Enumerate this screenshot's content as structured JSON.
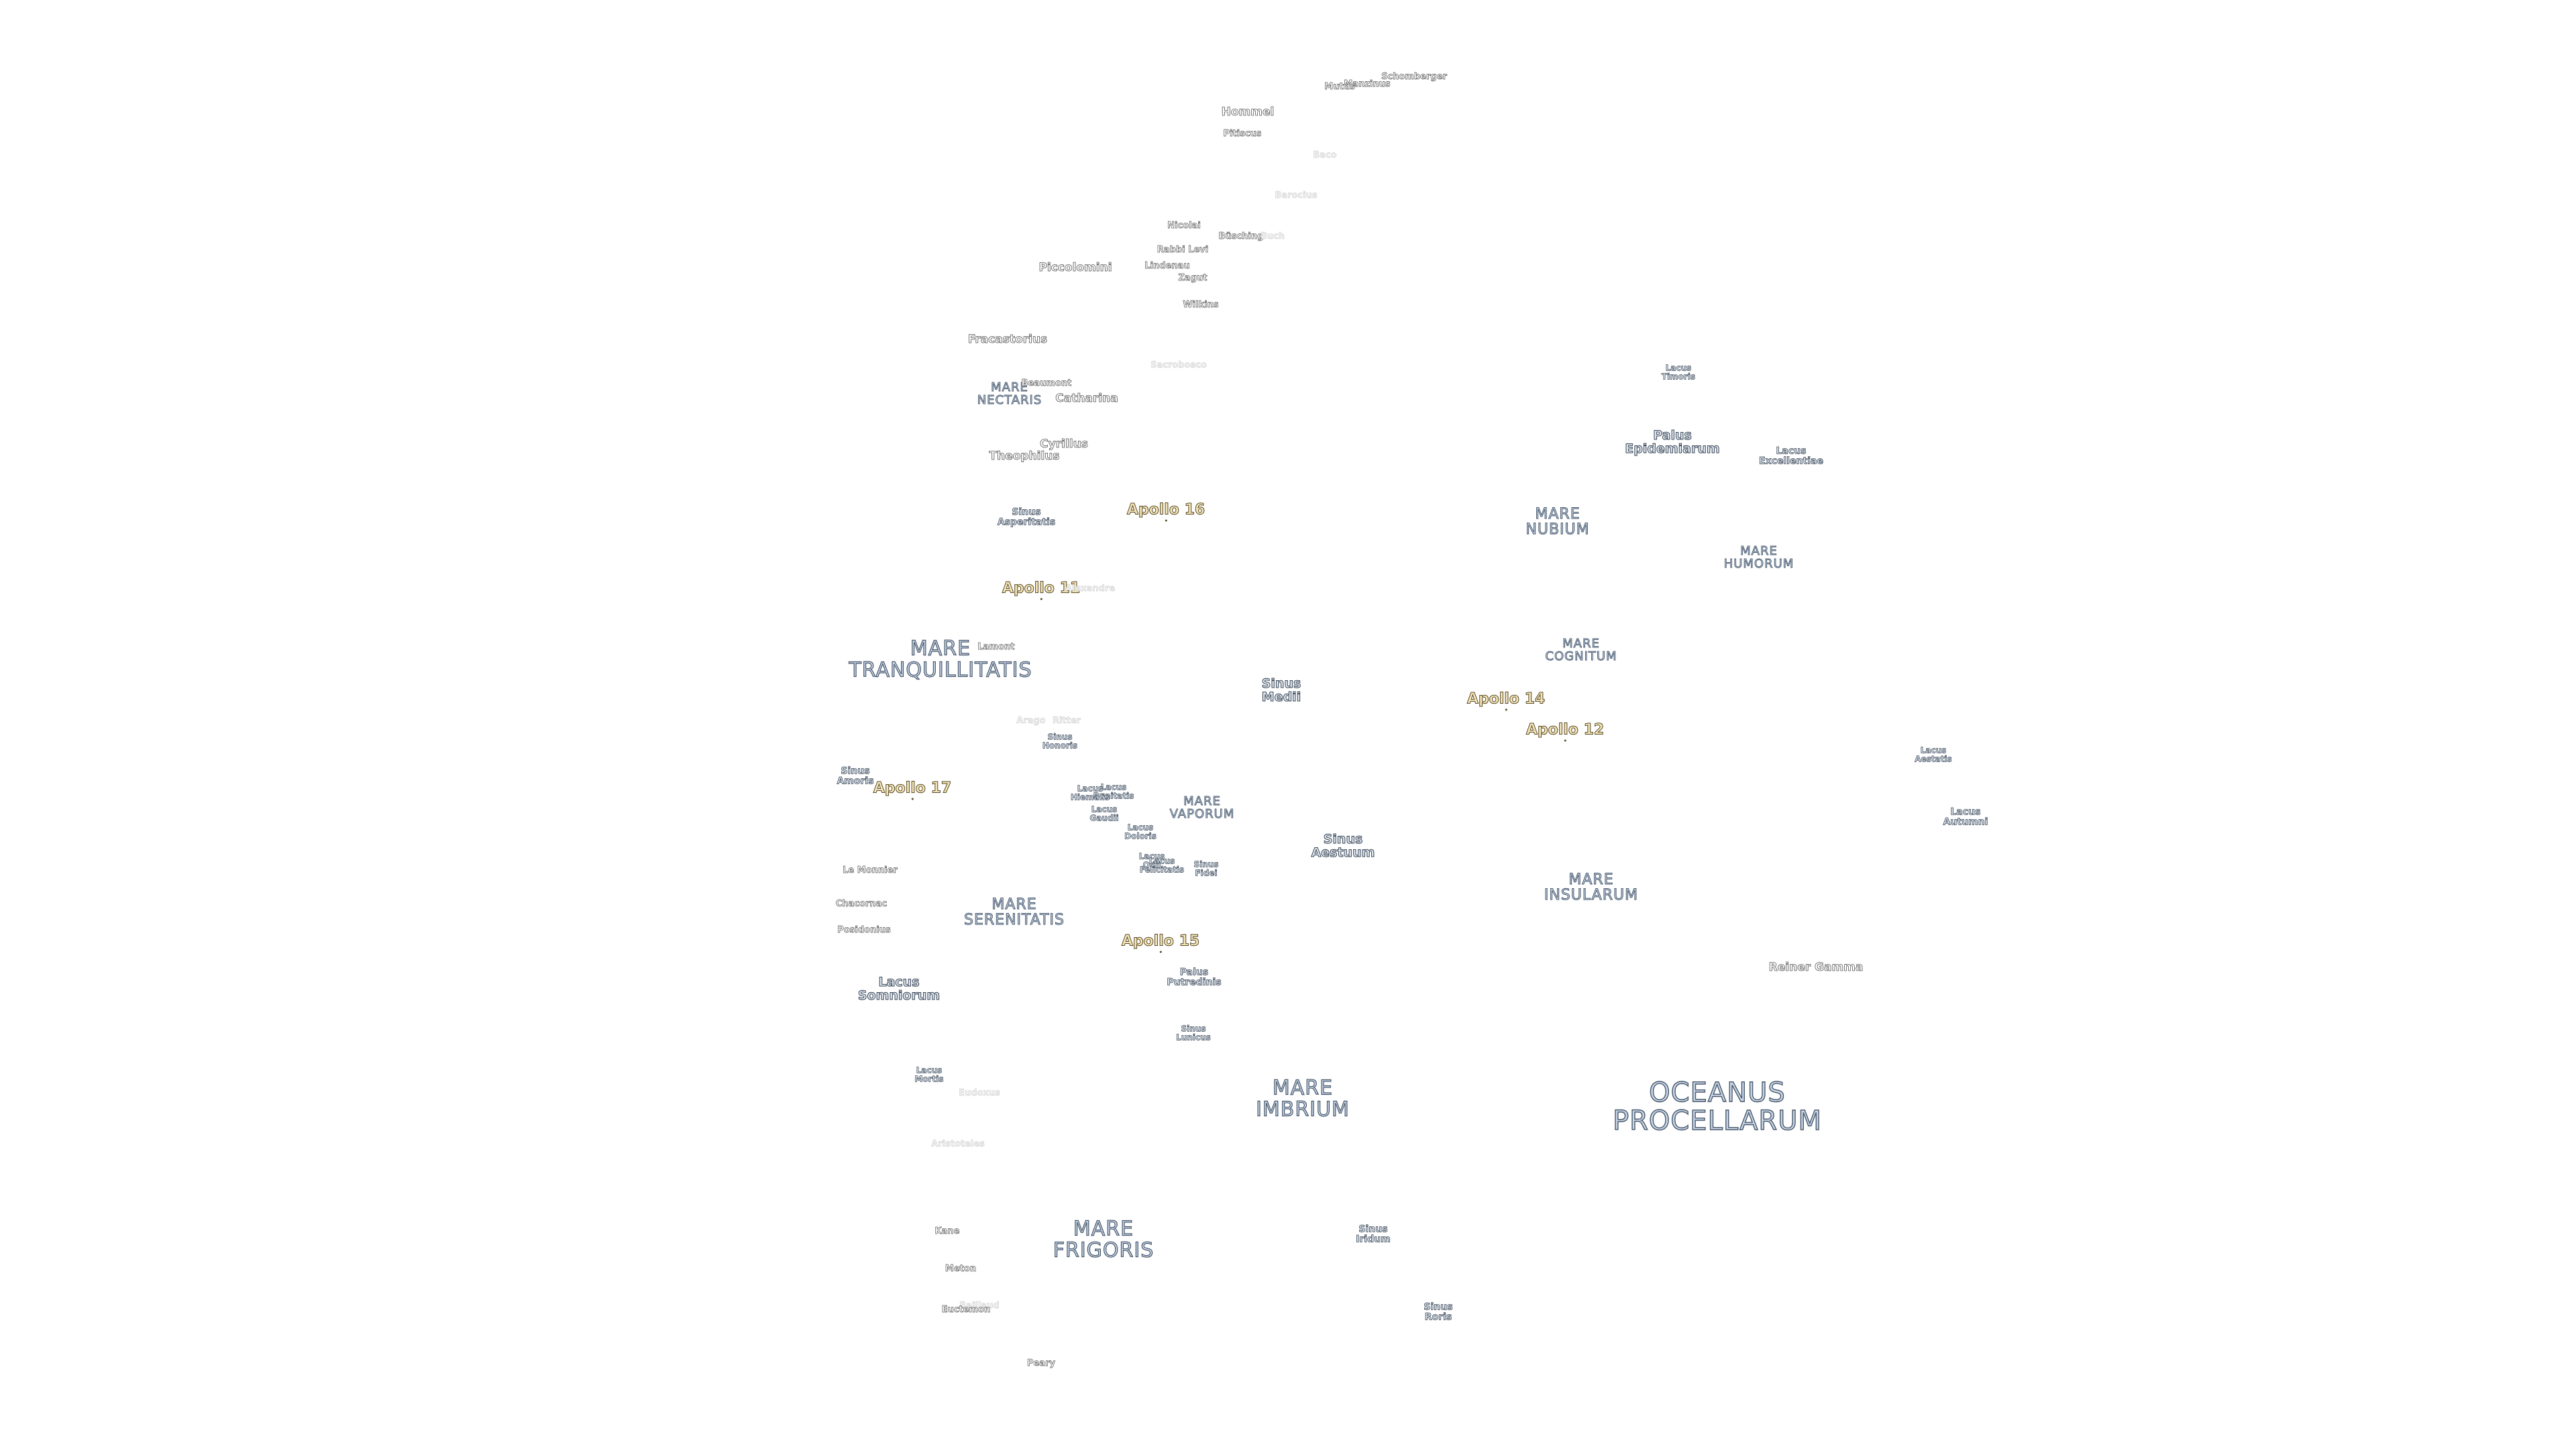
{
  "labels": [
    {
      "id": "oceanus-procellarum",
      "text": [
        "OCEANUS",
        "PROCELLARUM"
      ],
      "kind": "sea",
      "size": "xl"
    },
    {
      "id": "mare-imbrium",
      "text": [
        "MARE",
        "IMBRIUM"
      ],
      "kind": "sea",
      "size": "l"
    },
    {
      "id": "mare-frigoris",
      "text": [
        "MARE",
        "FRIGORIS"
      ],
      "kind": "sea",
      "size": "l"
    },
    {
      "id": "mare-serenitatis",
      "text": [
        "MARE",
        "SERENITATIS"
      ],
      "kind": "sea",
      "size": "m"
    },
    {
      "id": "mare-tranquillitatis",
      "text": [
        "MARE",
        "TRANQUILLITATIS"
      ],
      "kind": "sea",
      "size": "l"
    },
    {
      "id": "mare-nubium",
      "text": [
        "MARE",
        "NUBIUM"
      ],
      "kind": "sea",
      "size": "m"
    },
    {
      "id": "mare-humorum",
      "text": [
        "MARE",
        "HUMORUM"
      ],
      "kind": "sea",
      "size": "s"
    },
    {
      "id": "mare-cognitum",
      "text": [
        "MARE",
        "COGNITUM"
      ],
      "kind": "sea",
      "size": "s"
    },
    {
      "id": "mare-insularum",
      "text": [
        "MARE",
        "INSULARUM"
      ],
      "kind": "sea",
      "size": "m"
    },
    {
      "id": "mare-vaporum",
      "text": [
        "MARE",
        "VAPORUM"
      ],
      "kind": "sea",
      "size": "s"
    },
    {
      "id": "mare-nectaris",
      "text": [
        "MARE",
        "NECTARIS"
      ],
      "kind": "sea",
      "size": "s"
    },
    {
      "id": "lacus-somniorum",
      "text": [
        "Lacus",
        "Somniorum"
      ],
      "kind": "minor",
      "size": "l"
    },
    {
      "id": "lacus-mortis",
      "text": [
        "Lacus",
        "Mortis"
      ],
      "kind": "minor",
      "size": "xs"
    },
    {
      "id": "sinus-iridum",
      "text": [
        "Sinus",
        "Iridum"
      ],
      "kind": "minor",
      "size": "m"
    },
    {
      "id": "sinus-roris",
      "text": [
        "Sinus",
        "Roris"
      ],
      "kind": "minor",
      "size": "m"
    },
    {
      "id": "sinus-aestuum",
      "text": [
        "Sinus",
        "Aestuum"
      ],
      "kind": "minor",
      "size": "l"
    },
    {
      "id": "sinus-medii",
      "text": [
        "Sinus",
        "Medii"
      ],
      "kind": "minor",
      "size": "l"
    },
    {
      "id": "sinus-asperitatis",
      "text": [
        "Sinus",
        "Asperitatis"
      ],
      "kind": "minor",
      "size": "m"
    },
    {
      "id": "sinus-amoris",
      "text": [
        "Sinus",
        "Amoris"
      ],
      "kind": "minor",
      "size": "m"
    },
    {
      "id": "sinus-honoris",
      "text": [
        "Sinus",
        "Honoris"
      ],
      "kind": "minor",
      "size": "xs"
    },
    {
      "id": "sinus-lunicus",
      "text": [
        "Sinus",
        "Lunicus"
      ],
      "kind": "minor",
      "size": "xs"
    },
    {
      "id": "sinus-fidei",
      "text": [
        "Sinus",
        "Fidei"
      ],
      "kind": "minor",
      "size": "xs"
    },
    {
      "id": "palus-putredinis",
      "text": [
        "Palus",
        "Putredinis"
      ],
      "kind": "minor",
      "size": "m"
    },
    {
      "id": "palus-epidemiarum",
      "text": [
        "Palus",
        "Epidemiarum"
      ],
      "kind": "minor",
      "size": "l"
    },
    {
      "id": "lacus-timoris",
      "text": [
        "Lacus",
        "Timoris"
      ],
      "kind": "minor",
      "size": "xs"
    },
    {
      "id": "lacus-excellentiae",
      "text": [
        "Lacus",
        "Excellentiae"
      ],
      "kind": "minor",
      "size": "m"
    },
    {
      "id": "lacus-aestatis",
      "text": [
        "Lacus",
        "Aestatis"
      ],
      "kind": "minor",
      "size": "xs"
    },
    {
      "id": "lacus-autumni",
      "text": [
        "Lacus",
        "Autumni"
      ],
      "kind": "minor",
      "size": "m"
    },
    {
      "id": "lacus-bonitatis",
      "text": [
        "Lacus",
        "Bonitatis"
      ],
      "kind": "minor",
      "size": "xs"
    },
    {
      "id": "lacus-hiemalis",
      "text": [
        "Lacus",
        "Hiemalis"
      ],
      "kind": "minor",
      "size": "xs"
    },
    {
      "id": "lacus-gaudii",
      "text": [
        "Lacus",
        "Gaudii"
      ],
      "kind": "minor",
      "size": "xs"
    },
    {
      "id": "lacus-doloris",
      "text": [
        "Lacus",
        "Doloris"
      ],
      "kind": "minor",
      "size": "xs"
    },
    {
      "id": "lacus-odii",
      "text": [
        "Lacus",
        "Odii"
      ],
      "kind": "minor",
      "size": "xs"
    },
    {
      "id": "lacus-felicitatis",
      "text": [
        "Lacus",
        "Felicitatis"
      ],
      "kind": "minor",
      "size": "xs"
    },
    {
      "id": "apollo-11",
      "text": [
        "Apollo 11"
      ],
      "kind": "apollo"
    },
    {
      "id": "apollo-12",
      "text": [
        "Apollo 12"
      ],
      "kind": "apollo"
    },
    {
      "id": "apollo-14",
      "text": [
        "Apollo 14"
      ],
      "kind": "apollo"
    },
    {
      "id": "apollo-15",
      "text": [
        "Apollo 15"
      ],
      "kind": "apollo"
    },
    {
      "id": "apollo-16",
      "text": [
        "Apollo 16"
      ],
      "kind": "apollo"
    },
    {
      "id": "apollo-17",
      "text": [
        "Apollo 17"
      ],
      "kind": "apollo"
    },
    {
      "id": "reiner-gamma",
      "text": [
        "Reiner Gamma"
      ],
      "kind": "crater",
      "size": "l"
    },
    {
      "id": "hommel",
      "text": [
        "Hommel"
      ],
      "kind": "crater",
      "size": "l"
    },
    {
      "id": "pitiscus",
      "text": [
        "Pitiscus"
      ],
      "kind": "crater"
    },
    {
      "id": "schomberger",
      "text": [
        "Schomberger"
      ],
      "kind": "crater"
    },
    {
      "id": "manzinus",
      "text": [
        "Manzinus"
      ],
      "kind": "crater"
    },
    {
      "id": "mutus",
      "text": [
        "Mutus"
      ],
      "kind": "crater"
    },
    {
      "id": "barocius",
      "text": [
        "Barocius"
      ],
      "kind": "crater",
      "faint": true
    },
    {
      "id": "baco",
      "text": [
        "Baco"
      ],
      "kind": "crater",
      "faint": true
    },
    {
      "id": "nicolai",
      "text": [
        "Nicolai"
      ],
      "kind": "crater"
    },
    {
      "id": "buesching",
      "text": [
        "Büsching"
      ],
      "kind": "crater"
    },
    {
      "id": "buch",
      "text": [
        "Buch"
      ],
      "kind": "crater",
      "faint": true
    },
    {
      "id": "rabbi-levi",
      "text": [
        "Rabbi Levi"
      ],
      "kind": "crater"
    },
    {
      "id": "piccolomini",
      "text": [
        "Piccolomini"
      ],
      "kind": "crater",
      "size": "l"
    },
    {
      "id": "lindenau",
      "text": [
        "Lindenau"
      ],
      "kind": "crater"
    },
    {
      "id": "zagut",
      "text": [
        "Zagut"
      ],
      "kind": "crater"
    },
    {
      "id": "wilkins",
      "text": [
        "Wilkins"
      ],
      "kind": "crater"
    },
    {
      "id": "fracastorius",
      "text": [
        "Fracastorius"
      ],
      "kind": "crater",
      "size": "l"
    },
    {
      "id": "beaumont",
      "text": [
        "Beaumont"
      ],
      "kind": "crater"
    },
    {
      "id": "sacrobosco",
      "text": [
        "Sacrobosco"
      ],
      "kind": "crater",
      "faint": true
    },
    {
      "id": "catharina",
      "text": [
        "Catharina"
      ],
      "kind": "crater",
      "size": "l"
    },
    {
      "id": "cyrillus",
      "text": [
        "Cyrillus"
      ],
      "kind": "crater",
      "size": "l"
    },
    {
      "id": "theophilus",
      "text": [
        "Theophilus"
      ],
      "kind": "crater",
      "size": "l"
    },
    {
      "id": "alexandre",
      "text": [
        "Alexandre"
      ],
      "kind": "crater",
      "faint": true
    },
    {
      "id": "lamont",
      "text": [
        "Lamont"
      ],
      "kind": "crater"
    },
    {
      "id": "arago",
      "text": [
        "Arago"
      ],
      "kind": "crater",
      "faint": true
    },
    {
      "id": "ritter",
      "text": [
        "Ritter"
      ],
      "kind": "crater",
      "faint": true
    },
    {
      "id": "le-monnier",
      "text": [
        "Le Monnier"
      ],
      "kind": "crater"
    },
    {
      "id": "chacornac",
      "text": [
        "Chacornac"
      ],
      "kind": "crater"
    },
    {
      "id": "posidonius",
      "text": [
        "Posidonius"
      ],
      "kind": "crater"
    },
    {
      "id": "eudoxus",
      "text": [
        "Eudoxus"
      ],
      "kind": "crater",
      "faint": true
    },
    {
      "id": "aristoteles",
      "text": [
        "Aristoteles"
      ],
      "kind": "crater",
      "faint": true
    },
    {
      "id": "kane",
      "text": [
        "Kane"
      ],
      "kind": "crater"
    },
    {
      "id": "meton",
      "text": [
        "Meton"
      ],
      "kind": "crater"
    },
    {
      "id": "baillaud",
      "text": [
        "Baillaud"
      ],
      "kind": "crater",
      "faint": true
    },
    {
      "id": "euctemon",
      "text": [
        "Euctemon"
      ],
      "kind": "crater"
    },
    {
      "id": "peary",
      "text": [
        "Peary"
      ],
      "kind": "crater"
    }
  ]
}
